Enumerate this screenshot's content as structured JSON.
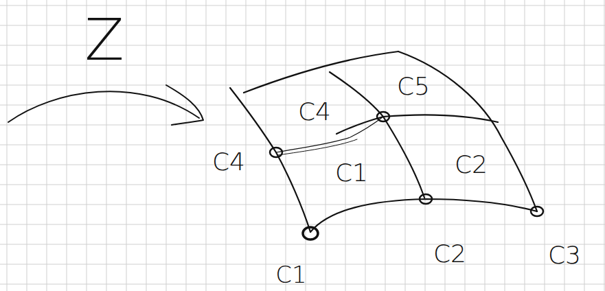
{
  "diagram": {
    "labels": [
      "Z",
      "C5",
      "C4",
      "C4",
      "C1",
      "C2",
      "C2",
      "C3",
      "C1"
    ]
  }
}
